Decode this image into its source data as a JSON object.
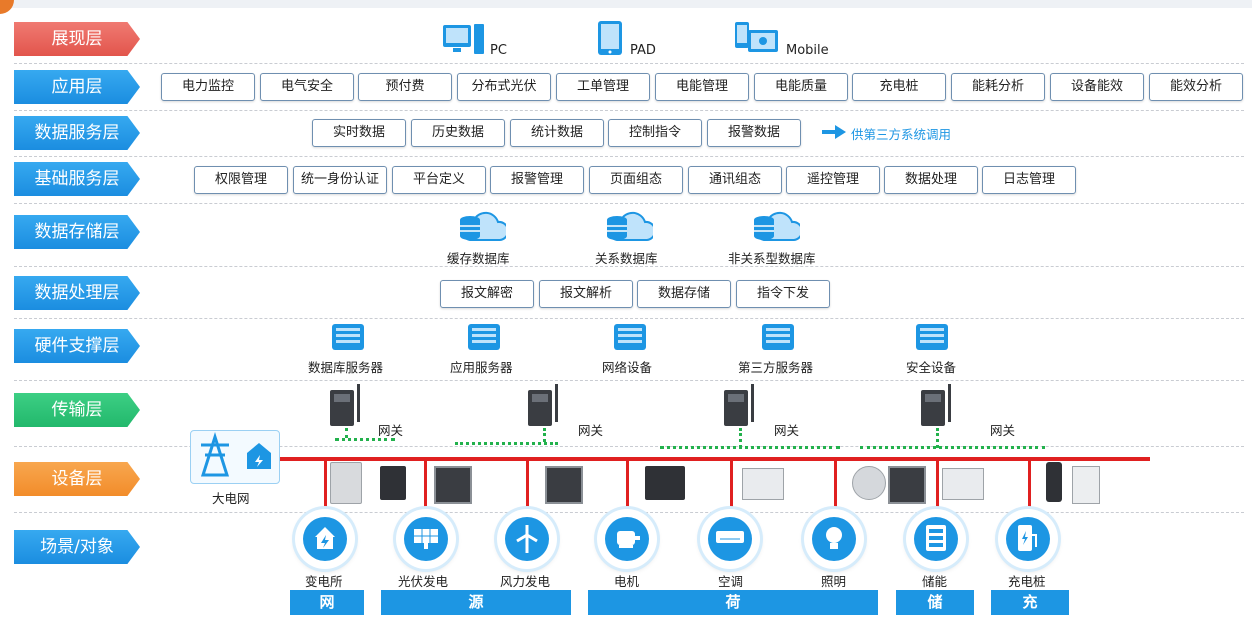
{
  "layers": [
    "展现层",
    "应用层",
    "数据服务层",
    "基础服务层",
    "数据存储层",
    "数据处理层",
    "硬件支撑层",
    "传输层",
    "设备层",
    "场景/对象"
  ],
  "presentation": {
    "pc": "PC",
    "pad": "PAD",
    "mobile": "Mobile"
  },
  "application": [
    "电力监控",
    "电气安全",
    "预付费",
    "分布式光伏",
    "工单管理",
    "电能管理",
    "电能质量",
    "充电桩",
    "能耗分析",
    "设备能效",
    "能效分析"
  ],
  "data_service": {
    "items": [
      "实时数据",
      "历史数据",
      "统计数据",
      "控制指令",
      "报警数据"
    ],
    "third_party": "供第三方系统调用"
  },
  "base_service": [
    "权限管理",
    "统一身份认证",
    "平台定义",
    "报警管理",
    "页面组态",
    "通讯组态",
    "遥控管理",
    "数据处理",
    "日志管理"
  ],
  "storage": [
    "缓存数据库",
    "关系数据库",
    "非关系型数据库"
  ],
  "processing": [
    "报文解密",
    "报文解析",
    "数据存储",
    "指令下发"
  ],
  "hardware": [
    "数据库服务器",
    "应用服务器",
    "网络设备",
    "第三方服务器",
    "安全设备"
  ],
  "transport": {
    "gateway": "网关"
  },
  "grid": "大电网",
  "scenes": [
    "变电所",
    "光伏发电",
    "风力发电",
    "电机",
    "空调",
    "照明",
    "储能",
    "充电桩"
  ],
  "categories": [
    "网",
    "源",
    "荷",
    "储",
    "充"
  ],
  "colors": {
    "blue": "#1d96e3",
    "red": "#e02020",
    "green": "#22b14c",
    "orange": "#f28c2a"
  }
}
